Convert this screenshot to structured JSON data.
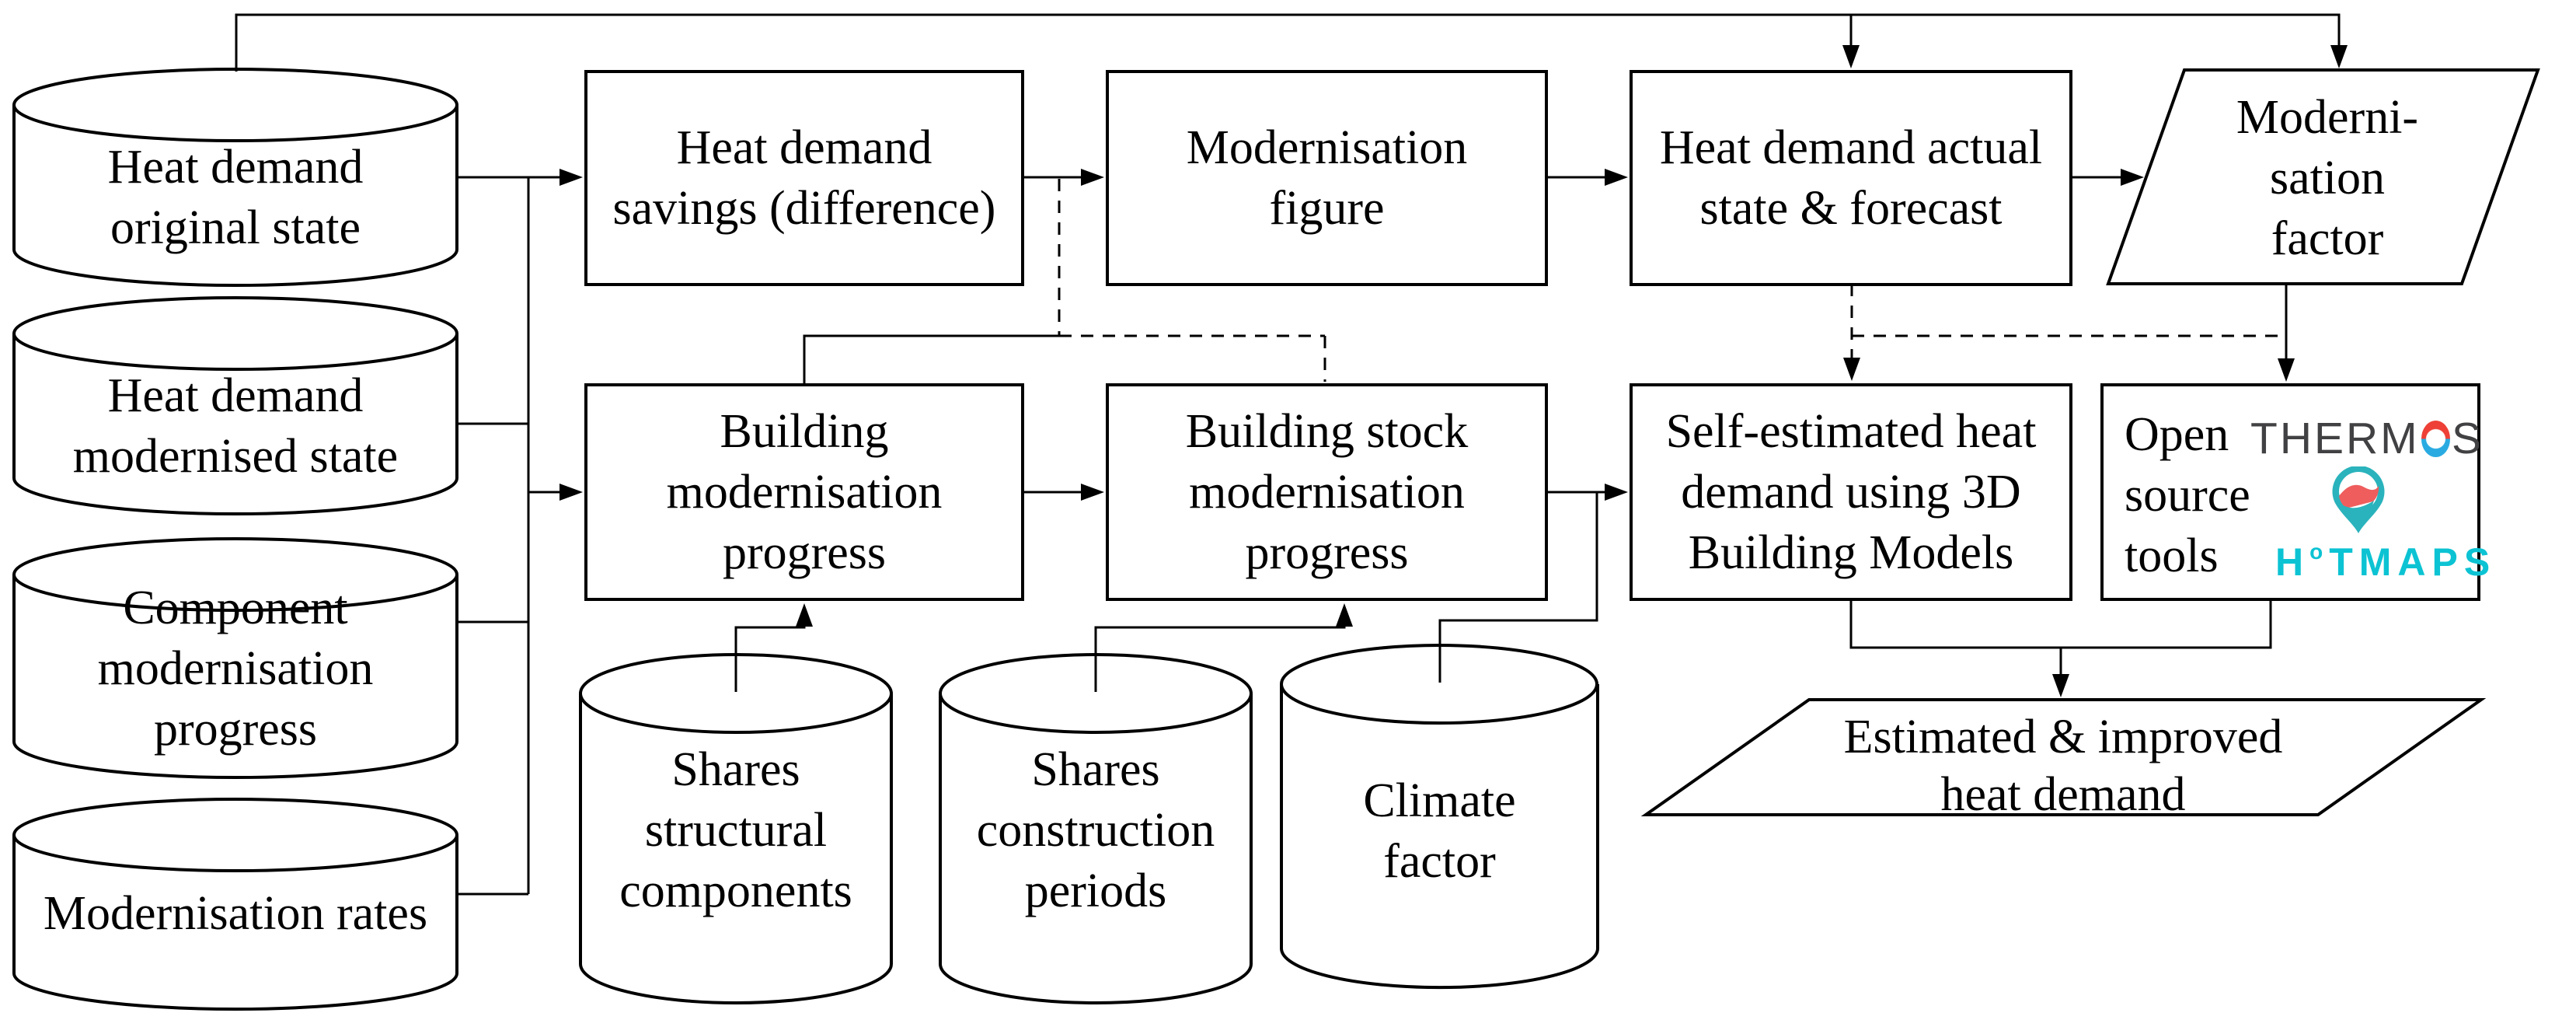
{
  "diagram": {
    "title_hidden": "",
    "colors": {
      "line": "#000000",
      "background": "#ffffff",
      "thermos_text": "#414042",
      "thermos_o_top": "#ee4036",
      "thermos_o_bottom": "#29abe2",
      "hotmaps_text": "#0cc3d3",
      "pin_teal": "#2ab3bc",
      "pin_red": "#ef5d5d"
    },
    "datastores": {
      "heat_demand_original": {
        "label": "Heat demand\noriginal state"
      },
      "heat_demand_modernised": {
        "label": "Heat demand\nmodernised state"
      },
      "component_modernisation_progress": {
        "label": "Component\nmodernisation\nprogress"
      },
      "modernisation_rates": {
        "label": "Modernisation rates"
      },
      "shares_structural_components": {
        "label": "Shares\nstructural\ncomponents"
      },
      "shares_construction_periods": {
        "label": "Shares\nconstruction\nperiods"
      },
      "climate_factor": {
        "label": "Climate\nfactor"
      }
    },
    "processes": {
      "heat_demand_savings": {
        "label": "Heat demand\nsavings (difference)"
      },
      "modernisation_figure": {
        "label": "Modernisation\nfigure"
      },
      "heat_demand_actual_state_forecast": {
        "label": "Heat demand actual\nstate & forecast"
      },
      "building_modernisation_progress": {
        "label": "Building\nmodernisation\nprogress"
      },
      "building_stock_modernisation_progress": {
        "label": "Building stock\nmodernisation\nprogress"
      },
      "self_estimated_heat_demand": {
        "label": "Self-estimated heat\ndemand using 3D\nBuilding Models"
      },
      "open_source_tools": {
        "label": "Open\nsource\ntools"
      }
    },
    "outputs": {
      "modernisation_factor": {
        "label": "Moderni-\nsation\nfactor"
      },
      "estimated_improved_heat_demand": {
        "label": "Estimated & improved\nheat demand"
      }
    },
    "logos": {
      "thermos": {
        "prefix": "THERM",
        "suffix": "S"
      },
      "hotmaps": {
        "prefix": "H",
        "degree": "o",
        "suffix": "TMAPS"
      }
    }
  }
}
